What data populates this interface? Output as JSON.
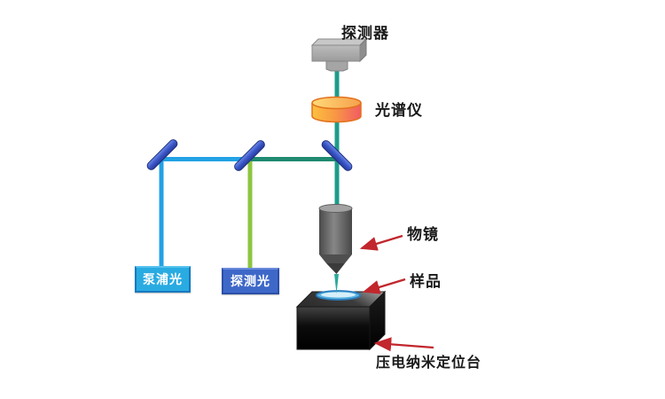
{
  "page": {
    "background": "#FFFFFF"
  },
  "diagram": {
    "labels": {
      "detector": "探测器",
      "spectrometer": "光谱仪",
      "objective": "物镜",
      "sample": "样品",
      "stage": "压电纳米定位台",
      "pump": "泵浦光",
      "probe": "探测光"
    },
    "colors": {
      "pump_beam": "#22A2E4",
      "probe_beam": "#8CC63F",
      "combined_beam": "#1F8A70",
      "signal_beam": "#1E9C8B",
      "focus_beam": "#2BA99A",
      "mirror_fill": "#3A57C8",
      "pump_box_bg": "#29ABE2",
      "pump_box_border": "#1779BF",
      "probe_box_bg": "#3E68C8",
      "probe_box_border": "#2B4FA8",
      "box_text": "#FFFFFF",
      "label_text": "#1A1A1A",
      "arrow": "#C1272D"
    },
    "icons": {
      "detector": "3d-gray-box",
      "spectrometer": "warm-gradient-cylinder",
      "mirror": "blue-diagonal-bar",
      "objective": "dark-tapered-cylinder",
      "sample": "blue-dish-ellipse",
      "stage": "black-3d-box",
      "annotation_arrow": "red-arrow"
    }
  }
}
